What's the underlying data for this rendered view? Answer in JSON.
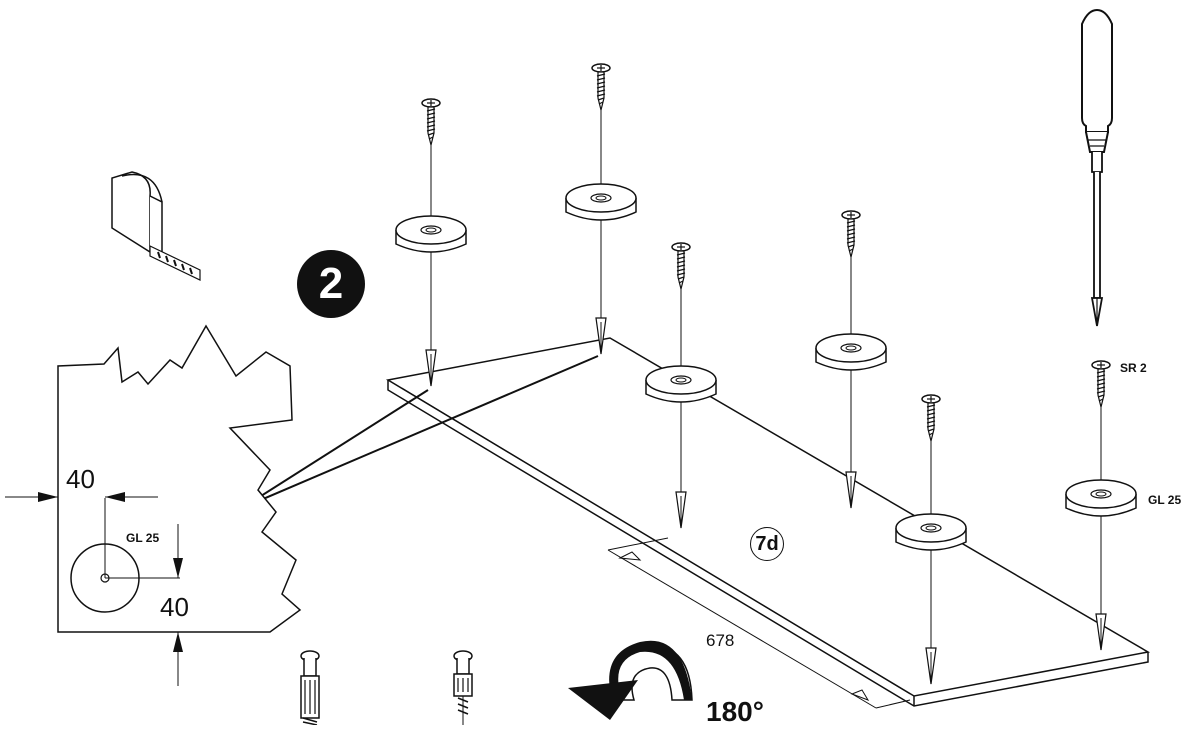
{
  "step": {
    "number": "2"
  },
  "part": {
    "id": "7d"
  },
  "fasteners": {
    "screw_label": "SR 2",
    "cap_label": "GL 25"
  },
  "detail": {
    "offset_x": "40",
    "offset_y": "40",
    "cap_label": "GL 25"
  },
  "panel": {
    "length": "678"
  },
  "rotation": {
    "label": "180°"
  },
  "icons": [
    "tape-measure-icon",
    "screwdriver-icon",
    "rotate-arrow-icon",
    "screw-icon",
    "glide-cap-icon",
    "cam-dowel-icon"
  ]
}
